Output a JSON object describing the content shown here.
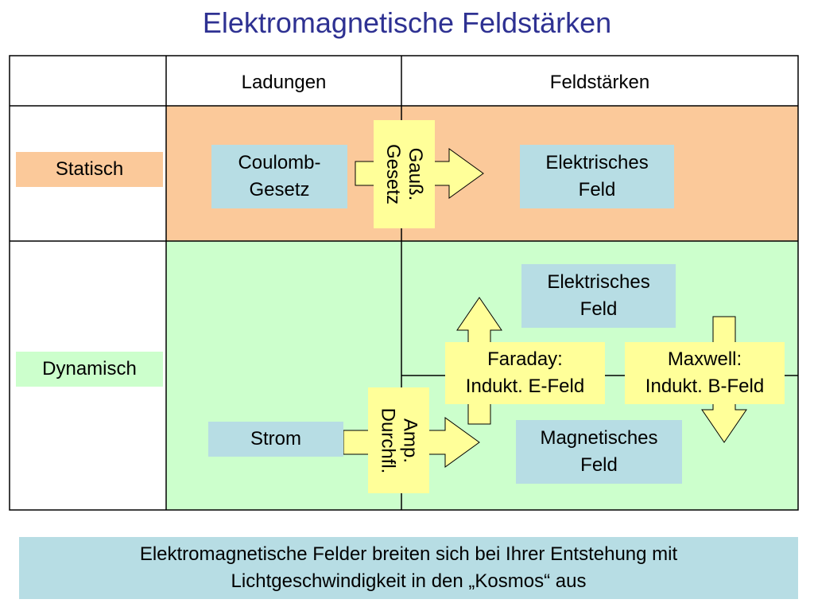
{
  "title": "Elektromagnetische Feldstärken",
  "table": {
    "col_headers": [
      "Ladungen",
      "Feldstärken"
    ],
    "rows": [
      "Statisch",
      "Dynamisch"
    ]
  },
  "boxes": {
    "coulomb": [
      "Coulomb-",
      "Gesetz"
    ],
    "gauss": "Gauß.\nGesetz",
    "e_field_static": [
      "Elektrisches",
      "Feld"
    ],
    "e_field_dynamic": [
      "Elektrisches",
      "Feld"
    ],
    "faraday": [
      "Faraday:",
      "Indukt. E-Feld"
    ],
    "maxwell": [
      "Maxwell:",
      "Indukt. B-Feld"
    ],
    "strom": "Strom",
    "ampere": "Amp.\nDurchfl.",
    "magnetic_field": [
      "Magnetisches",
      "Feld"
    ]
  },
  "footer": [
    "Elektromagnetische Felder breiten sich bei Ihrer Entstehung mit",
    "Lichtgeschwindigkeit in den „Kosmos“ aus"
  ],
  "colors": {
    "title": "#2e3192",
    "static_bg": "#fbc99a",
    "dynamic_bg": "#ccffcc",
    "box_blue": "#b7dde4",
    "box_yellow": "#ffff99"
  }
}
